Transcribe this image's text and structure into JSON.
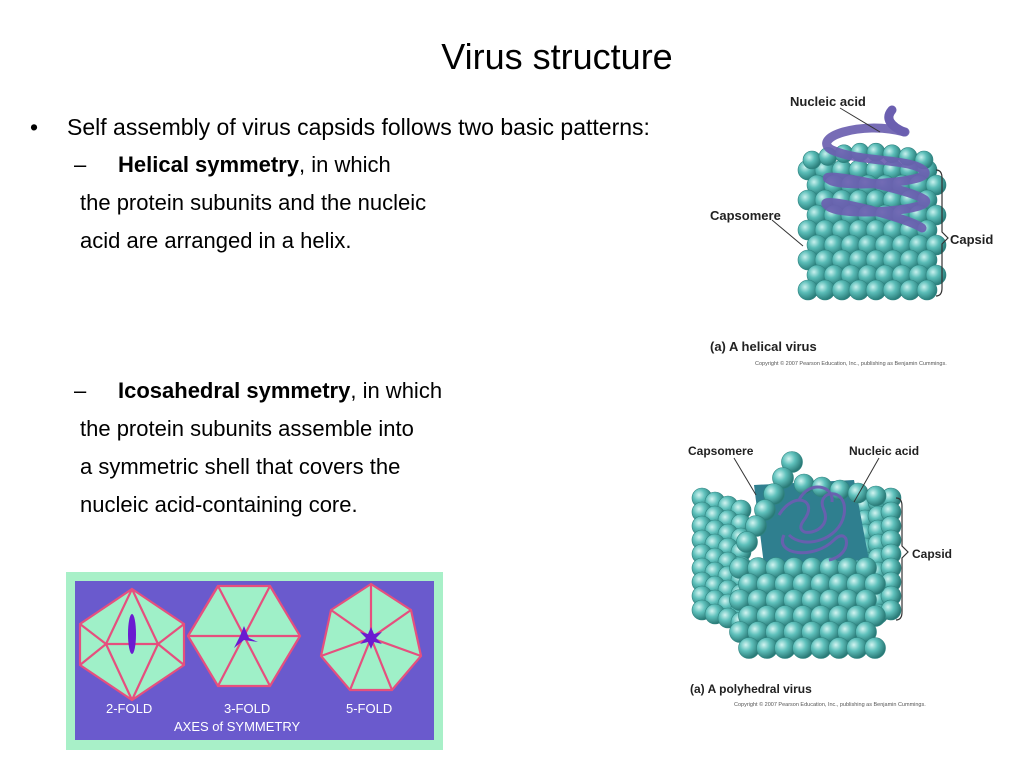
{
  "title": "Virus structure",
  "bullet": "Self assembly of virus capsids follows two basic patterns:",
  "helical": {
    "dash": "–",
    "bold": "Helical symmetry",
    "after": ", in which",
    "lines": [
      "the protein subunits and the nucleic",
      "acid are arranged in a helix."
    ]
  },
  "icosa": {
    "dash": "–",
    "bold": "Icosahedral symmetry",
    "after": ", in which",
    "lines": [
      "the protein subunits assemble into",
      "a symmetric shell that covers the",
      "nucleic acid-containing core."
    ]
  },
  "fig_helical": {
    "nucleic": "Nucleic acid",
    "capsomere": "Capsomere",
    "capsid": "Capsid",
    "caption_tag": "(a)",
    "caption": "A helical virus",
    "copyright": "Copyright © 2007 Pearson Education, Inc., publishing as Benjamin Cummings."
  },
  "fig_polyhedral": {
    "capsomere": "Capsomere",
    "nucleic": "Nucleic acid",
    "capsid": "Capsid",
    "caption_tag": "(a)",
    "caption": "A polyhedral virus",
    "copyright": "Copyright © 2007 Pearson Education, Inc., publishing as Benjamin Cummings."
  },
  "fig_axes": {
    "fold2": "2-FOLD",
    "fold3": "3-FOLD",
    "fold5": "5-FOLD",
    "caption": "AXES of SYMMETRY",
    "colors": {
      "frame": "#a8f0c8",
      "panel": "#6a5acd",
      "face": "#9ff0c8",
      "edge": "#e64f7e",
      "axis": "#6a1bd1"
    }
  }
}
